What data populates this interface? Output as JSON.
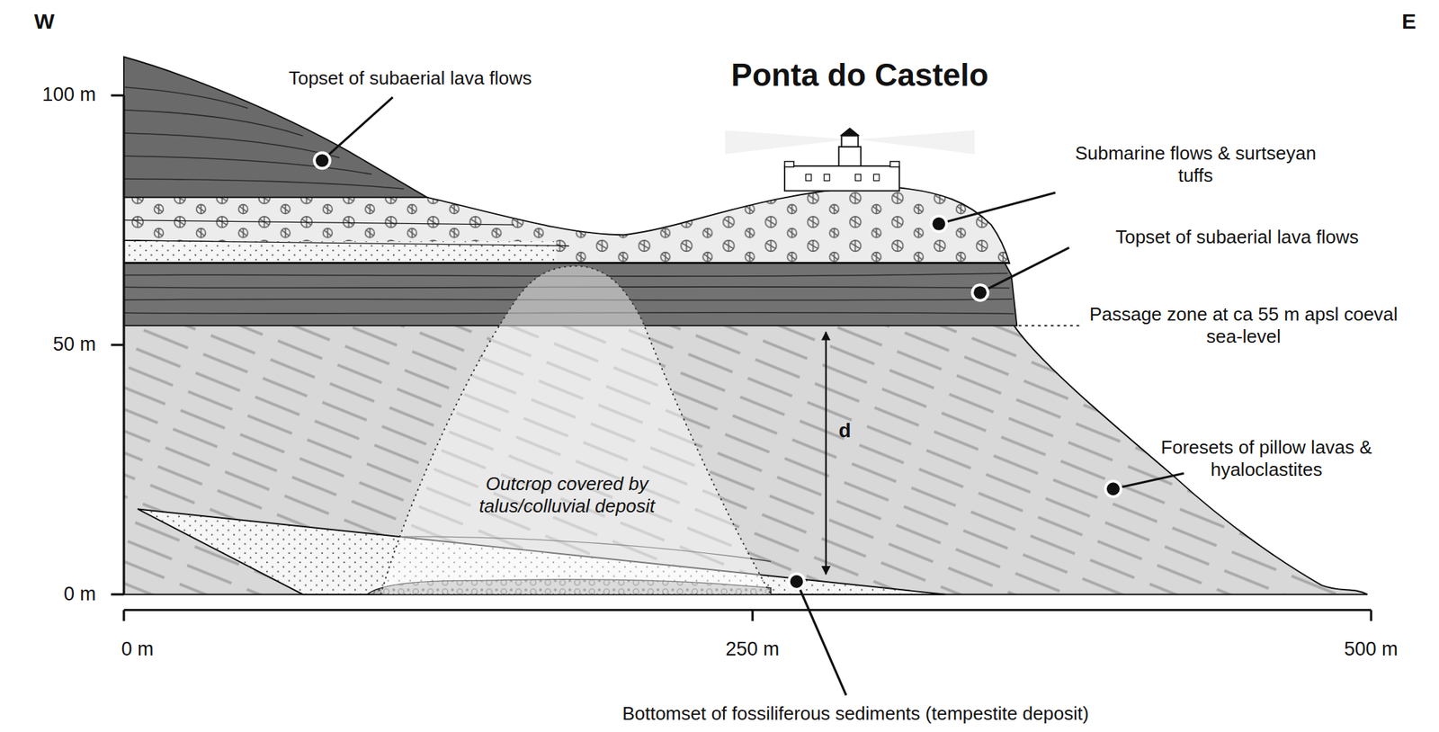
{
  "diagram": {
    "title": "Ponta do Castelo",
    "labels": [
      "W",
      "E",
      "Topset of subaerial lava flows",
      "Submarine flows & surtseyan tuffs",
      "Topset of subaerial lava flows",
      "Passage zone at ca 55 m apsl coeval sea-level",
      "Foresets of pillow lavas & hyaloclastites",
      "Outcrop covered by talus/colluvial deposit",
      "d",
      "100 m",
      "50 m",
      "0 m",
      "0 m",
      "250 m",
      "500 m",
      "Bottomset of fossiliferous sediments (tempestite deposit)"
    ]
  }
}
